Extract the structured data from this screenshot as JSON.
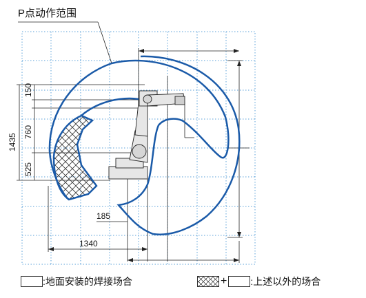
{
  "title": "P点动作范围",
  "dimensions": {
    "d150": "150",
    "d760": "760",
    "d525": "525",
    "d1435": "1435",
    "d185": "185",
    "d1340": "1340"
  },
  "legend": {
    "floor_label": ":地面安装的焊接场合",
    "other_label": ":上述以外的场合"
  },
  "colors": {
    "envelope": "#1a5aa8",
    "grid": "#5aa0d8",
    "dim": "#222222"
  }
}
